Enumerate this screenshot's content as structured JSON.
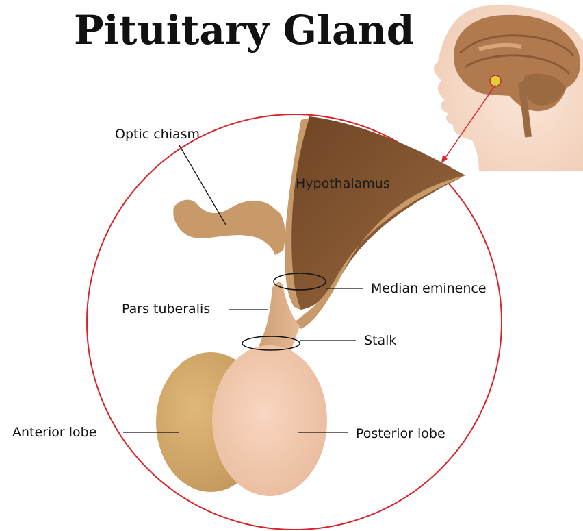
{
  "title": "Pituitary Gland",
  "labels": {
    "optic_chiasm": "Optic chiasm",
    "hypothalamus": "Hypothalamus",
    "median_eminence": "Median eminence",
    "pars_tuberalis": "Pars tuberalis",
    "stalk": "Stalk",
    "anterior_lobe": "Anterior lobe",
    "posterior_lobe": "Posterior lobe"
  },
  "colors": {
    "outline_circle": "#d8252b",
    "hypothalamus": "#8a5a32",
    "tissue": "#c89a6a",
    "anterior_lobe": "#d2a86c",
    "posterior_lobe": "#f1c6ac",
    "head_skin": "#f7dccb",
    "brain": "#b07a4e"
  },
  "icons": {
    "head": "head-profile-with-brain-icon",
    "pointer": "red-arrow-icon"
  }
}
